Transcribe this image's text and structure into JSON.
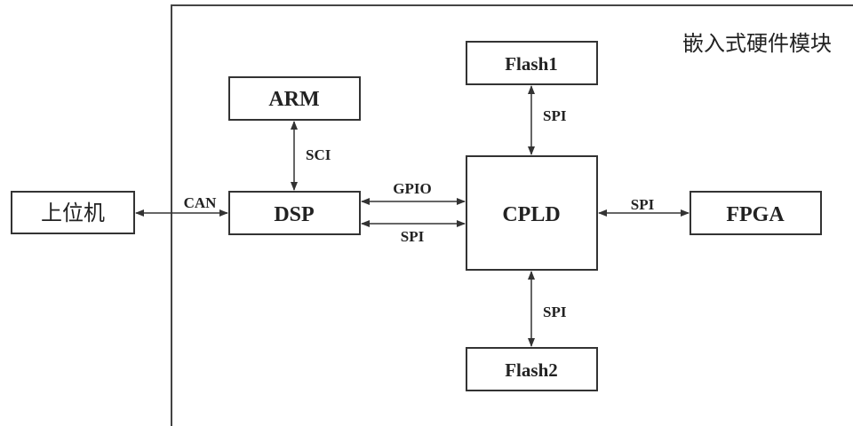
{
  "diagram": {
    "module_title": "嵌入式硬件模块",
    "nodes": {
      "host": "上位机",
      "dsp": "DSP",
      "arm": "ARM",
      "cpld": "CPLD",
      "flash1": "Flash1",
      "flash2": "Flash2",
      "fpga": "FPGA"
    },
    "edges": {
      "host_dsp": "CAN",
      "arm_dsp": "SCI",
      "dsp_cpld_gpio": "GPIO",
      "dsp_cpld_spi": "SPI",
      "flash1_cpld": "SPI",
      "cpld_flash2": "SPI",
      "cpld_fpga": "SPI"
    },
    "colors": {
      "stroke": "#333333",
      "text": "#222222",
      "background": "#ffffff"
    }
  }
}
